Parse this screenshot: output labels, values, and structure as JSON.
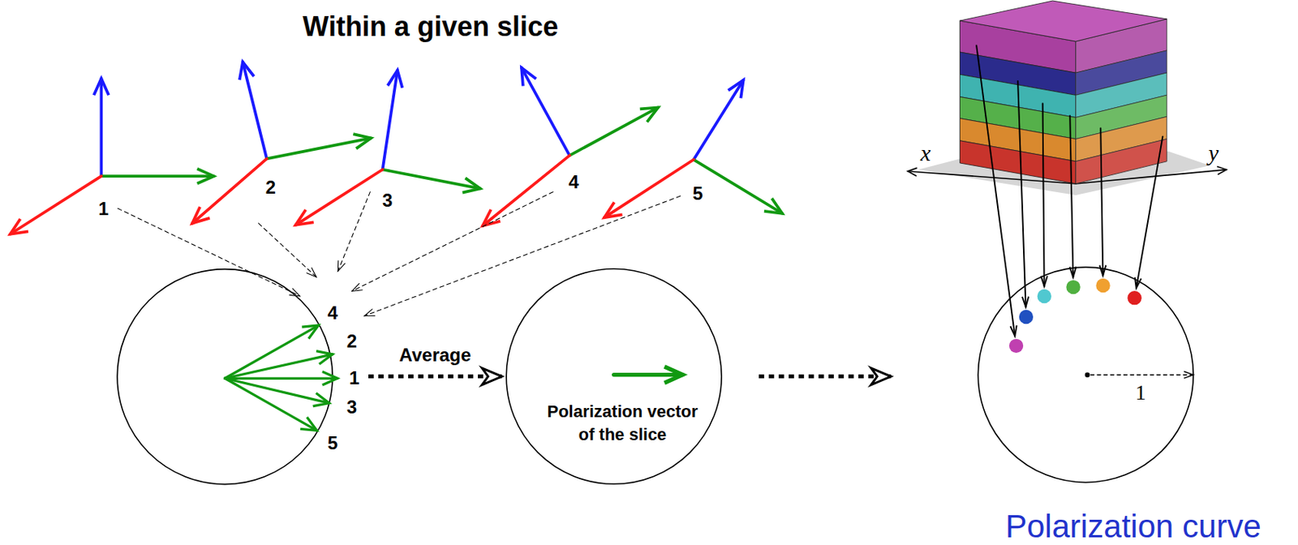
{
  "diagram": {
    "title": "Within a given slice",
    "caption": "Polarization curve",
    "nodes": [
      {
        "text": [
          "4",
          "2",
          "1",
          "3",
          "5"
        ]
      },
      {
        "text": [
          "Polarization vector of the slice"
        ]
      },
      {
        "text": [
          "1"
        ]
      }
    ],
    "edges": [
      {
        "from": 0,
        "to": 1,
        "label": "Average",
        "arrow": "to"
      },
      {
        "from": 1,
        "to": 2,
        "arrow": "to"
      }
    ],
    "labels": [
      "1",
      "2",
      "3",
      "4",
      "5",
      "x",
      "y"
    ]
  }
}
